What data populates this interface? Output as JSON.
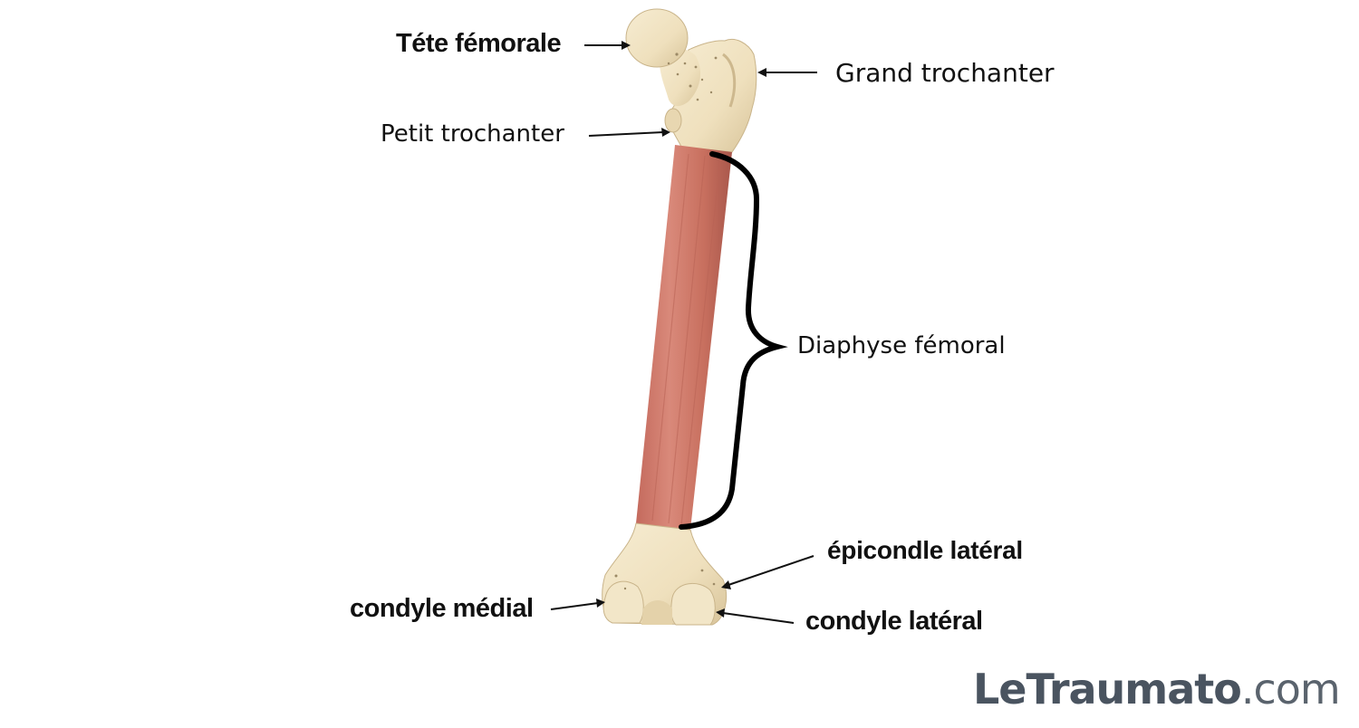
{
  "labels": {
    "head": "Téte fémorale",
    "greater_trochanter": "Grand trochanter",
    "lesser_trochanter": "Petit trochanter",
    "diaphysis": "Diaphyse fémoral",
    "lateral_epicondyle": "épicondle latéral",
    "medial_condyle": "condyle médial",
    "lateral_condyle": "condyle latéral"
  },
  "brand": {
    "name": "LeTraumato",
    "suffix": ".com"
  },
  "colors": {
    "bone": "#f0e3c4",
    "bone_shade": "#d9c7a0",
    "shaft": "#cf7b6c",
    "shaft_dark": "#b25f52",
    "brace": "#000000",
    "brand": "#4a5460"
  }
}
